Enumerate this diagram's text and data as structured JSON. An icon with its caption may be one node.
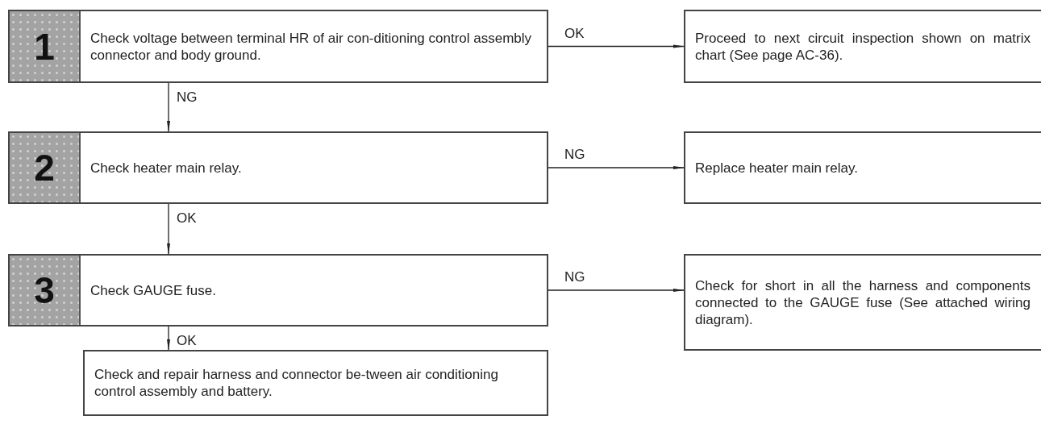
{
  "diagram": {
    "nodes": [
      {
        "text": [
          "1",
          "Check voltage between terminal HR of air con-ditioning control assembly connector and body ground."
        ]
      },
      {
        "text": [
          "Proceed to next circuit inspection shown on matrix chart (See page AC-36)."
        ]
      },
      {
        "text": [
          "2",
          "Check heater main relay."
        ]
      },
      {
        "text": [
          "Replace heater main relay."
        ]
      },
      {
        "text": [
          "3",
          "Check GAUGE fuse."
        ]
      },
      {
        "text": [
          "Check for short in all the harness and components connected to the GAUGE fuse (See attached wiring diagram)."
        ]
      },
      {
        "text": [
          "Check and repair harness and connector be-tween air conditioning control assembly and battery."
        ]
      }
    ],
    "edges": [
      {
        "from": 0,
        "to": 1,
        "arrow": "to",
        "label": "OK"
      },
      {
        "from": 0,
        "to": 2,
        "arrow": "to",
        "label": "NG"
      },
      {
        "from": 2,
        "to": 3,
        "arrow": "to",
        "label": "NG"
      },
      {
        "from": 2,
        "to": 4,
        "arrow": "to",
        "label": "OK"
      },
      {
        "from": 4,
        "to": 5,
        "arrow": "to",
        "label": "NG"
      },
      {
        "from": 4,
        "to": 6,
        "arrow": "to",
        "label": "OK"
      }
    ]
  }
}
